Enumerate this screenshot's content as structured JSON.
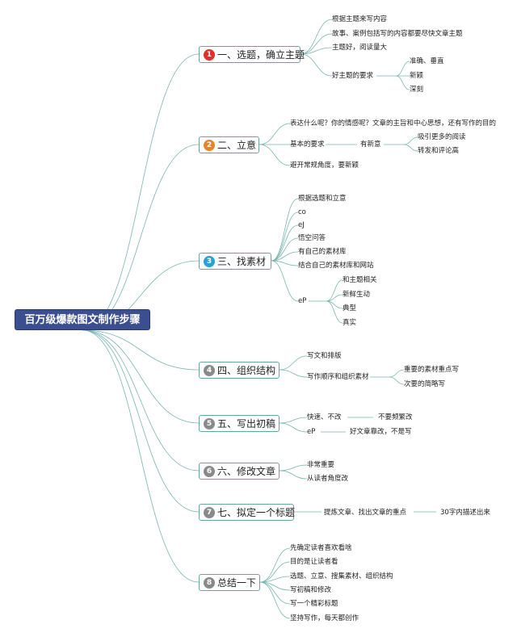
{
  "root": {
    "label": "百万级爆款图文制作步骤"
  },
  "branches": [
    {
      "id": "b1",
      "num": "1",
      "label": "一、选题，确立主题",
      "badge_color": "#d9332b"
    },
    {
      "id": "b2",
      "num": "2",
      "label": "二、立意",
      "badge_color": "#e8832a"
    },
    {
      "id": "b3",
      "num": "3",
      "label": "三、找素材",
      "badge_color": "#2aa0d8"
    },
    {
      "id": "b4",
      "num": "4",
      "label": "四、组织结构",
      "badge_color": "#8a8a8a"
    },
    {
      "id": "b5",
      "num": "5",
      "label": "五、写出初稿",
      "badge_color": "#8a8a8a"
    },
    {
      "id": "b6",
      "num": "6",
      "label": "六、修改文章",
      "badge_color": "#8a8a8a"
    },
    {
      "id": "b7",
      "num": "7",
      "label": "七、拟定一个标题",
      "badge_color": "#8a8a8a"
    },
    {
      "id": "b8",
      "num": "8",
      "label": "总结一下",
      "badge_color": "#8a8a8a"
    }
  ],
  "leaves": {
    "b1_1": "根据主题来写内容",
    "b1_2": "故事、案例包括写的内容都要尽快文章主题",
    "b1_3": "主题好，阅读量大",
    "b1_4": "好主题的要求",
    "b1_4_1": "准确、垂直",
    "b1_4_2": "新颖",
    "b1_4_3": "深刻",
    "b2_1": "表达什么呢？你的情感呢？文章的主旨和中心思想，还有写作的目的",
    "b2_2": "基本的要求",
    "b2_2_1": "有新意",
    "b2_2_1_1": "吸引更多的阅读",
    "b2_2_1_2": "转发和评论高",
    "b2_3": "避开常规角度，要新颖",
    "b3_1": "根据选题和立意",
    "b3_2": "co",
    "b3_3": "eJ",
    "b3_4": "悟空问答",
    "b3_5": "有自己的素材库",
    "b3_6": "结合自己的素材库和网站",
    "b3_7": "eP",
    "b3_7_1": "和主题相关",
    "b3_7_2": "新鲜生动",
    "b3_7_3": "典型",
    "b3_7_4": "真实",
    "b4_1": "写文和排版",
    "b4_2": "写作顺序和组织素材",
    "b4_2_1": "重要的素材重点写",
    "b4_2_2": "次要的简略写",
    "b5_1": "快速、不改",
    "b5_1_1": "不要频繁改",
    "b5_2": "eP",
    "b5_2_1": "好文章靠改，不是写",
    "b6_1": "非常重要",
    "b6_2": "从读者角度改",
    "b7_1": "提炼文章、找出文章的重点",
    "b7_1_1": "30字内描述出来",
    "b8_1": "先确定读者喜欢看啥",
    "b8_2": "目的是让读者看",
    "b8_3": "选题、立意、搜集素材、组织结构",
    "b8_4": "写初稿和修改",
    "b8_5": "写一个精彩标题",
    "b8_6": "坚持写作，每天都创作"
  },
  "colors": {
    "line": "#7ab5ad",
    "root_bg": "#3b4e8f",
    "branch_border": "#6aa6a0"
  }
}
